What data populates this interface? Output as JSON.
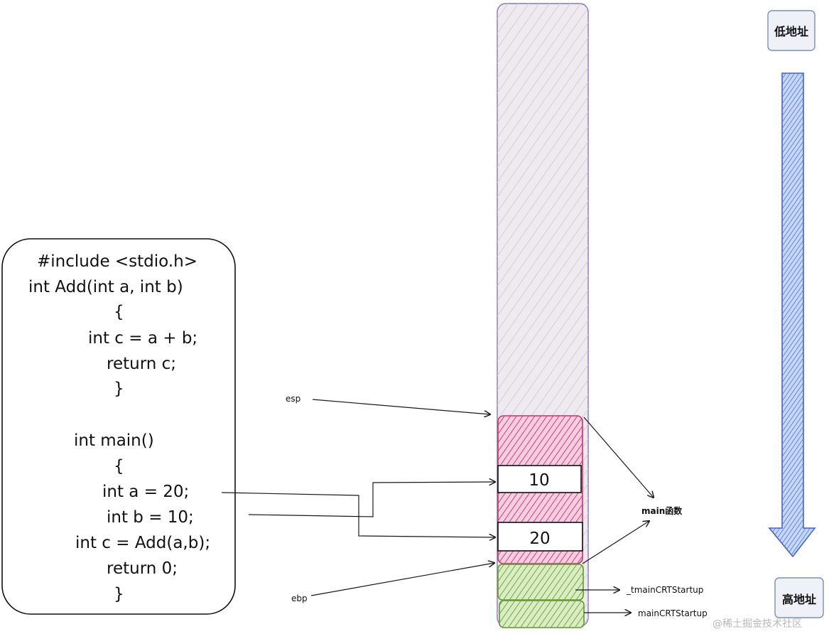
{
  "code": {
    "lines": [
      "#include <stdio.h>",
      "int Add(int a, int b)",
      "{",
      "int c = a + b;",
      "return c;",
      "}",
      "int main()",
      "{",
      "int a = 20;",
      "int b = 10;",
      "int c = Add(a,b);",
      "return 0;",
      "}"
    ]
  },
  "stack": {
    "cell_top_value": "10",
    "cell_bottom_value": "20"
  },
  "labels": {
    "esp": "esp",
    "ebp": "ebp",
    "main_func": "main函数",
    "tmain_startup": "_tmainCRTStartup",
    "main_startup": "mainCRTStartup"
  },
  "address": {
    "low": "低地址",
    "high": "高地址"
  },
  "watermark": "@稀土掘金技术社区",
  "colors": {
    "stack_gray": "#e4e1e7",
    "main_frame": "#e05a93",
    "startup_frame": "#8fc05a",
    "arrow_blue": "#6f93e0"
  }
}
